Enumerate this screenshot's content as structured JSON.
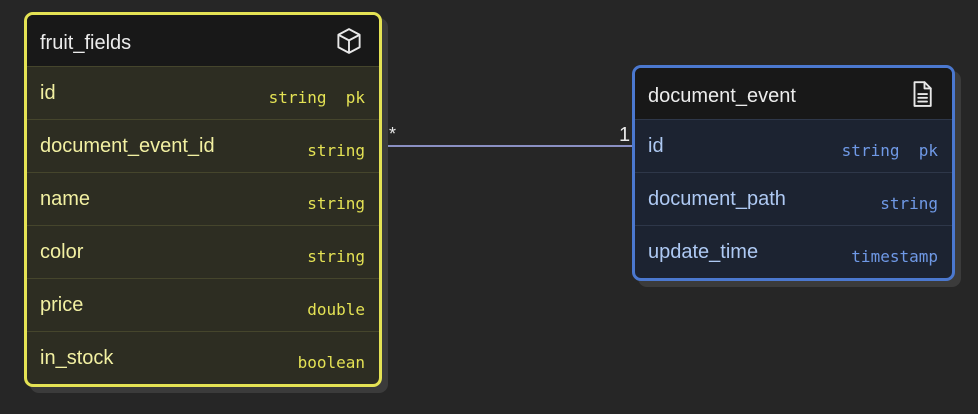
{
  "tables": [
    {
      "name": "fruit_fields",
      "icon": "package-icon",
      "color": "#e4e254",
      "fields": [
        {
          "name": "id",
          "type": "string  pk"
        },
        {
          "name": "document_event_id",
          "type": "string"
        },
        {
          "name": "name",
          "type": "string"
        },
        {
          "name": "color",
          "type": "string"
        },
        {
          "name": "price",
          "type": "double"
        },
        {
          "name": "in_stock",
          "type": "boolean"
        }
      ]
    },
    {
      "name": "document_event",
      "icon": "document-icon",
      "color": "#4b78cf",
      "fields": [
        {
          "name": "id",
          "type": "string  pk"
        },
        {
          "name": "document_path",
          "type": "string"
        },
        {
          "name": "update_time",
          "type": "timestamp"
        }
      ]
    }
  ],
  "relationship": {
    "from_cardinality": "*",
    "to_cardinality": "1",
    "line_color": "#8a8fc2"
  }
}
